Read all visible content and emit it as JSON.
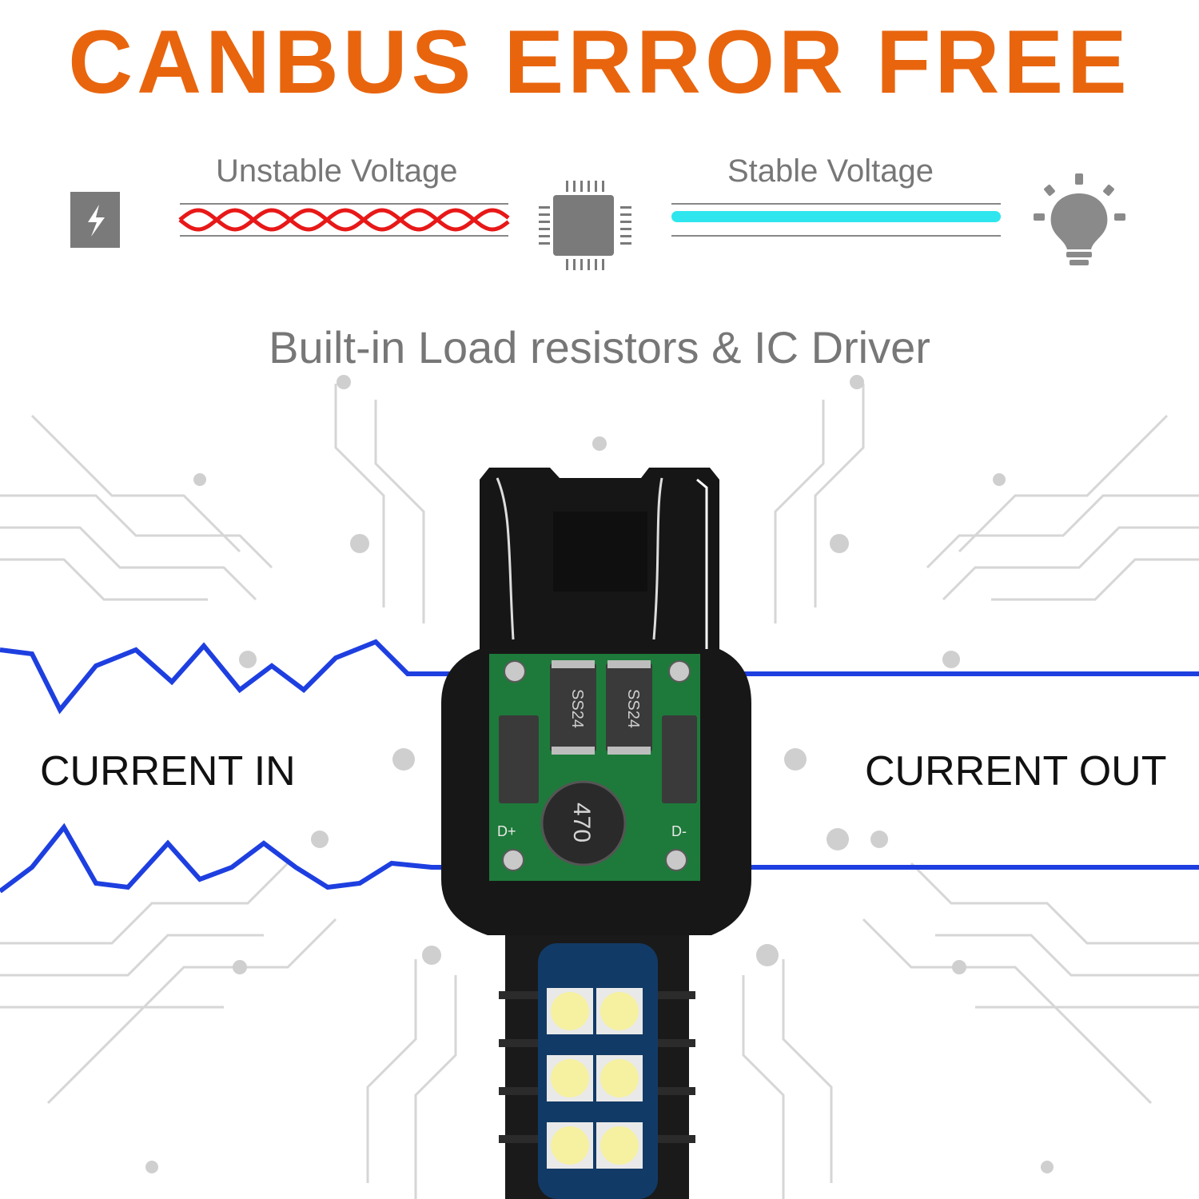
{
  "headline": "CANBUS ERROR FREE",
  "unstable_label": "Unstable Voltage",
  "stable_label": "Stable Voltage",
  "subtitle": "Built-in Load resistors & IC Driver",
  "current_in": "CURRENT IN",
  "current_out": "CURRENT OUT",
  "board_text": {
    "diode": "SS24",
    "inductor": "470",
    "pad_positive": "D+",
    "pad_negative": "D-"
  },
  "icons": [
    "lightning-icon",
    "chip-icon",
    "lightbulb-icon"
  ],
  "colors": {
    "headline": "#E8650E",
    "label": "#777777",
    "unstable_wave": "#E81818",
    "stable_bar": "#2FE6EE",
    "current_wave": "#1E3FE0",
    "bulb_housing": "#151515",
    "pcb": "#1E7A3A",
    "led": "#F6F4C8"
  }
}
